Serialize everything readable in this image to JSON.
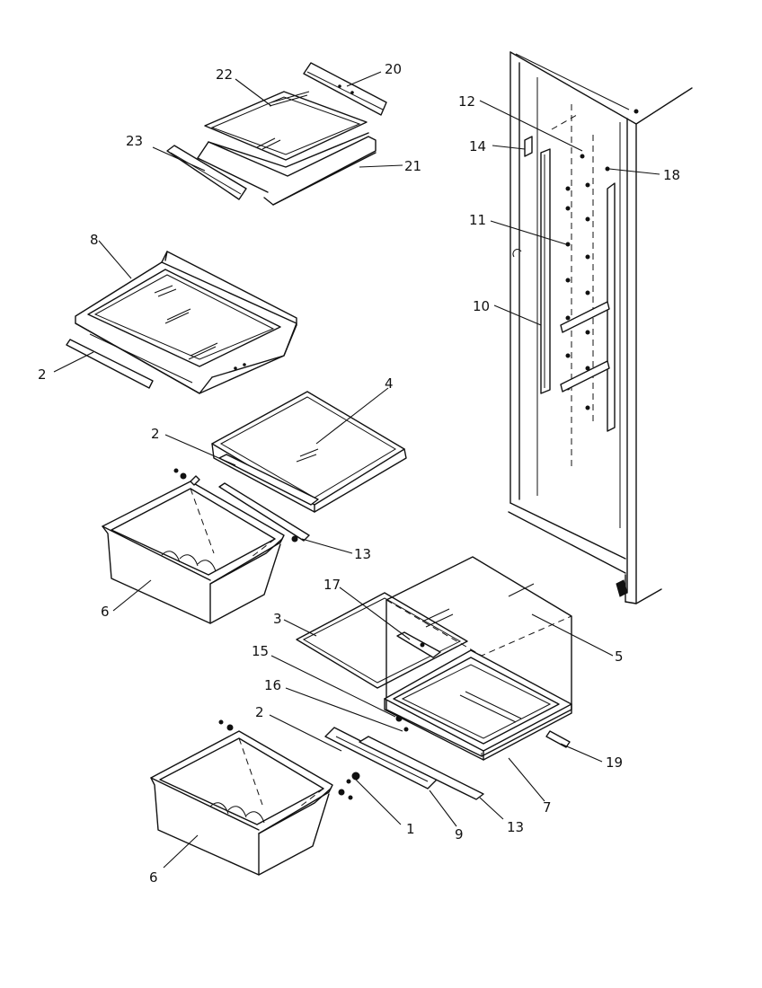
{
  "callouts": [
    {
      "id": "c20",
      "text": "20"
    },
    {
      "id": "c22",
      "text": "22"
    },
    {
      "id": "c23",
      "text": "23"
    },
    {
      "id": "c21",
      "text": "21"
    },
    {
      "id": "c8",
      "text": "8"
    },
    {
      "id": "c2a",
      "text": "2"
    },
    {
      "id": "c4",
      "text": "4"
    },
    {
      "id": "c2b",
      "text": "2"
    },
    {
      "id": "c13a",
      "text": "13"
    },
    {
      "id": "c6a",
      "text": "6"
    },
    {
      "id": "c12",
      "text": "12"
    },
    {
      "id": "c14",
      "text": "14"
    },
    {
      "id": "c18",
      "text": "18"
    },
    {
      "id": "c11",
      "text": "11"
    },
    {
      "id": "c10",
      "text": "10"
    },
    {
      "id": "c17",
      "text": "17"
    },
    {
      "id": "c3",
      "text": "3"
    },
    {
      "id": "c5",
      "text": "5"
    },
    {
      "id": "c15",
      "text": "15"
    },
    {
      "id": "c16",
      "text": "16"
    },
    {
      "id": "c2c",
      "text": "2"
    },
    {
      "id": "c19",
      "text": "19"
    },
    {
      "id": "c7",
      "text": "7"
    },
    {
      "id": "c1",
      "text": "1"
    },
    {
      "id": "c9",
      "text": "9"
    },
    {
      "id": "c13b",
      "text": "13"
    },
    {
      "id": "c6b",
      "text": "6"
    }
  ]
}
